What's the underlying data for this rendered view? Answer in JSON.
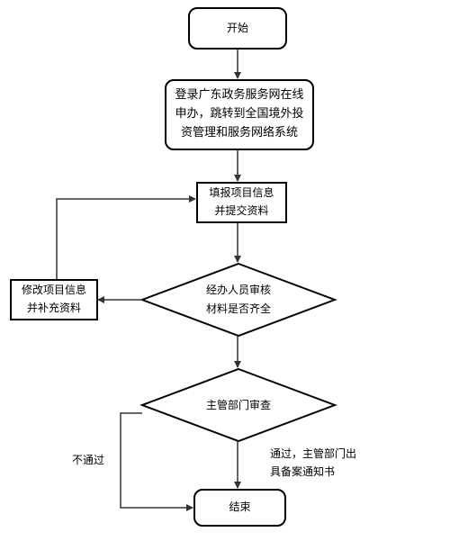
{
  "nodes": {
    "start": {
      "text": "开始"
    },
    "login": {
      "text": "登录广东政务服务网在线\n申办，跳转到全国境外投\n资管理和服务网络系统"
    },
    "fill": {
      "text": "填报项目信息\n并提交资料"
    },
    "check": {
      "text": "经办人员审核\n材料是否齐全"
    },
    "modify": {
      "text": "修改项目信息\n并补充资料"
    },
    "review": {
      "text": "主管部门审查"
    },
    "end": {
      "text": "结束"
    }
  },
  "edges": {
    "reject_label": "不通过",
    "pass_label": "通过，主管部门出\n具备案通知书"
  }
}
